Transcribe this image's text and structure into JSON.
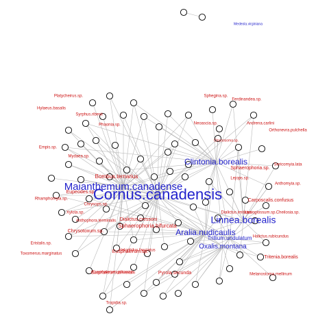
{
  "colors": {
    "plant": "#2222cc",
    "insect": "#cc1111",
    "edge": "#b8b8b8",
    "node_stroke": "#000000"
  },
  "network": {
    "plants": [
      "Cornus.canadensis",
      "Maianthemum.canadense",
      "Clintonia.borealis",
      "Linnea.borealis",
      "Aralia.nudicaulis",
      "Oxalis.montana",
      "Trillium.undulatum",
      "Medeola.virginiana"
    ],
    "insects": [
      "Sphaerophoria.sp.",
      "Carposcalis.confusus",
      "Sphaerophoria.bifurcata",
      "Dialictus.cressoni",
      "Eupeodes.sp.",
      "Bombus.ternarius",
      "Chrysotoxum.sp.",
      "Chrysosoma.sp.",
      "Eusphalerum.sp.",
      "Eusphalerum.pilicornis",
      "Tritenia.borealis",
      "Pyrola.secunda",
      "Dialictus.imitatus",
      "Anthophora.terminalis",
      "Syrphus.ribesii",
      "Andrena.carlini",
      "Melanostoma.mellinum",
      "Orthonevra.pulchella",
      "Hylaeus.basalis",
      "Platycheirus.sp.",
      "Empis.sp.",
      "Rhamphomyia.sp.",
      "Toxomerus.marginatus",
      "Eristalis.sp.",
      "Helophilus.fasciatus",
      "Sericomyia.lata",
      "Anthomyia.sp.",
      "Cheilosia.sp.",
      "Lasioglossum.sp.",
      "Halictus.rubicundus",
      "Eusphalerum.convexum",
      "Xylota.sp.",
      "Chrysops.sp.",
      "Mydaea.sp.",
      "Phaonia.sp.",
      "Sphegina.sp.",
      "Ferdinandea.sp.",
      "Lejops.sp.",
      "Neoascia.sp.",
      "Tropidia.sp."
    ]
  }
}
